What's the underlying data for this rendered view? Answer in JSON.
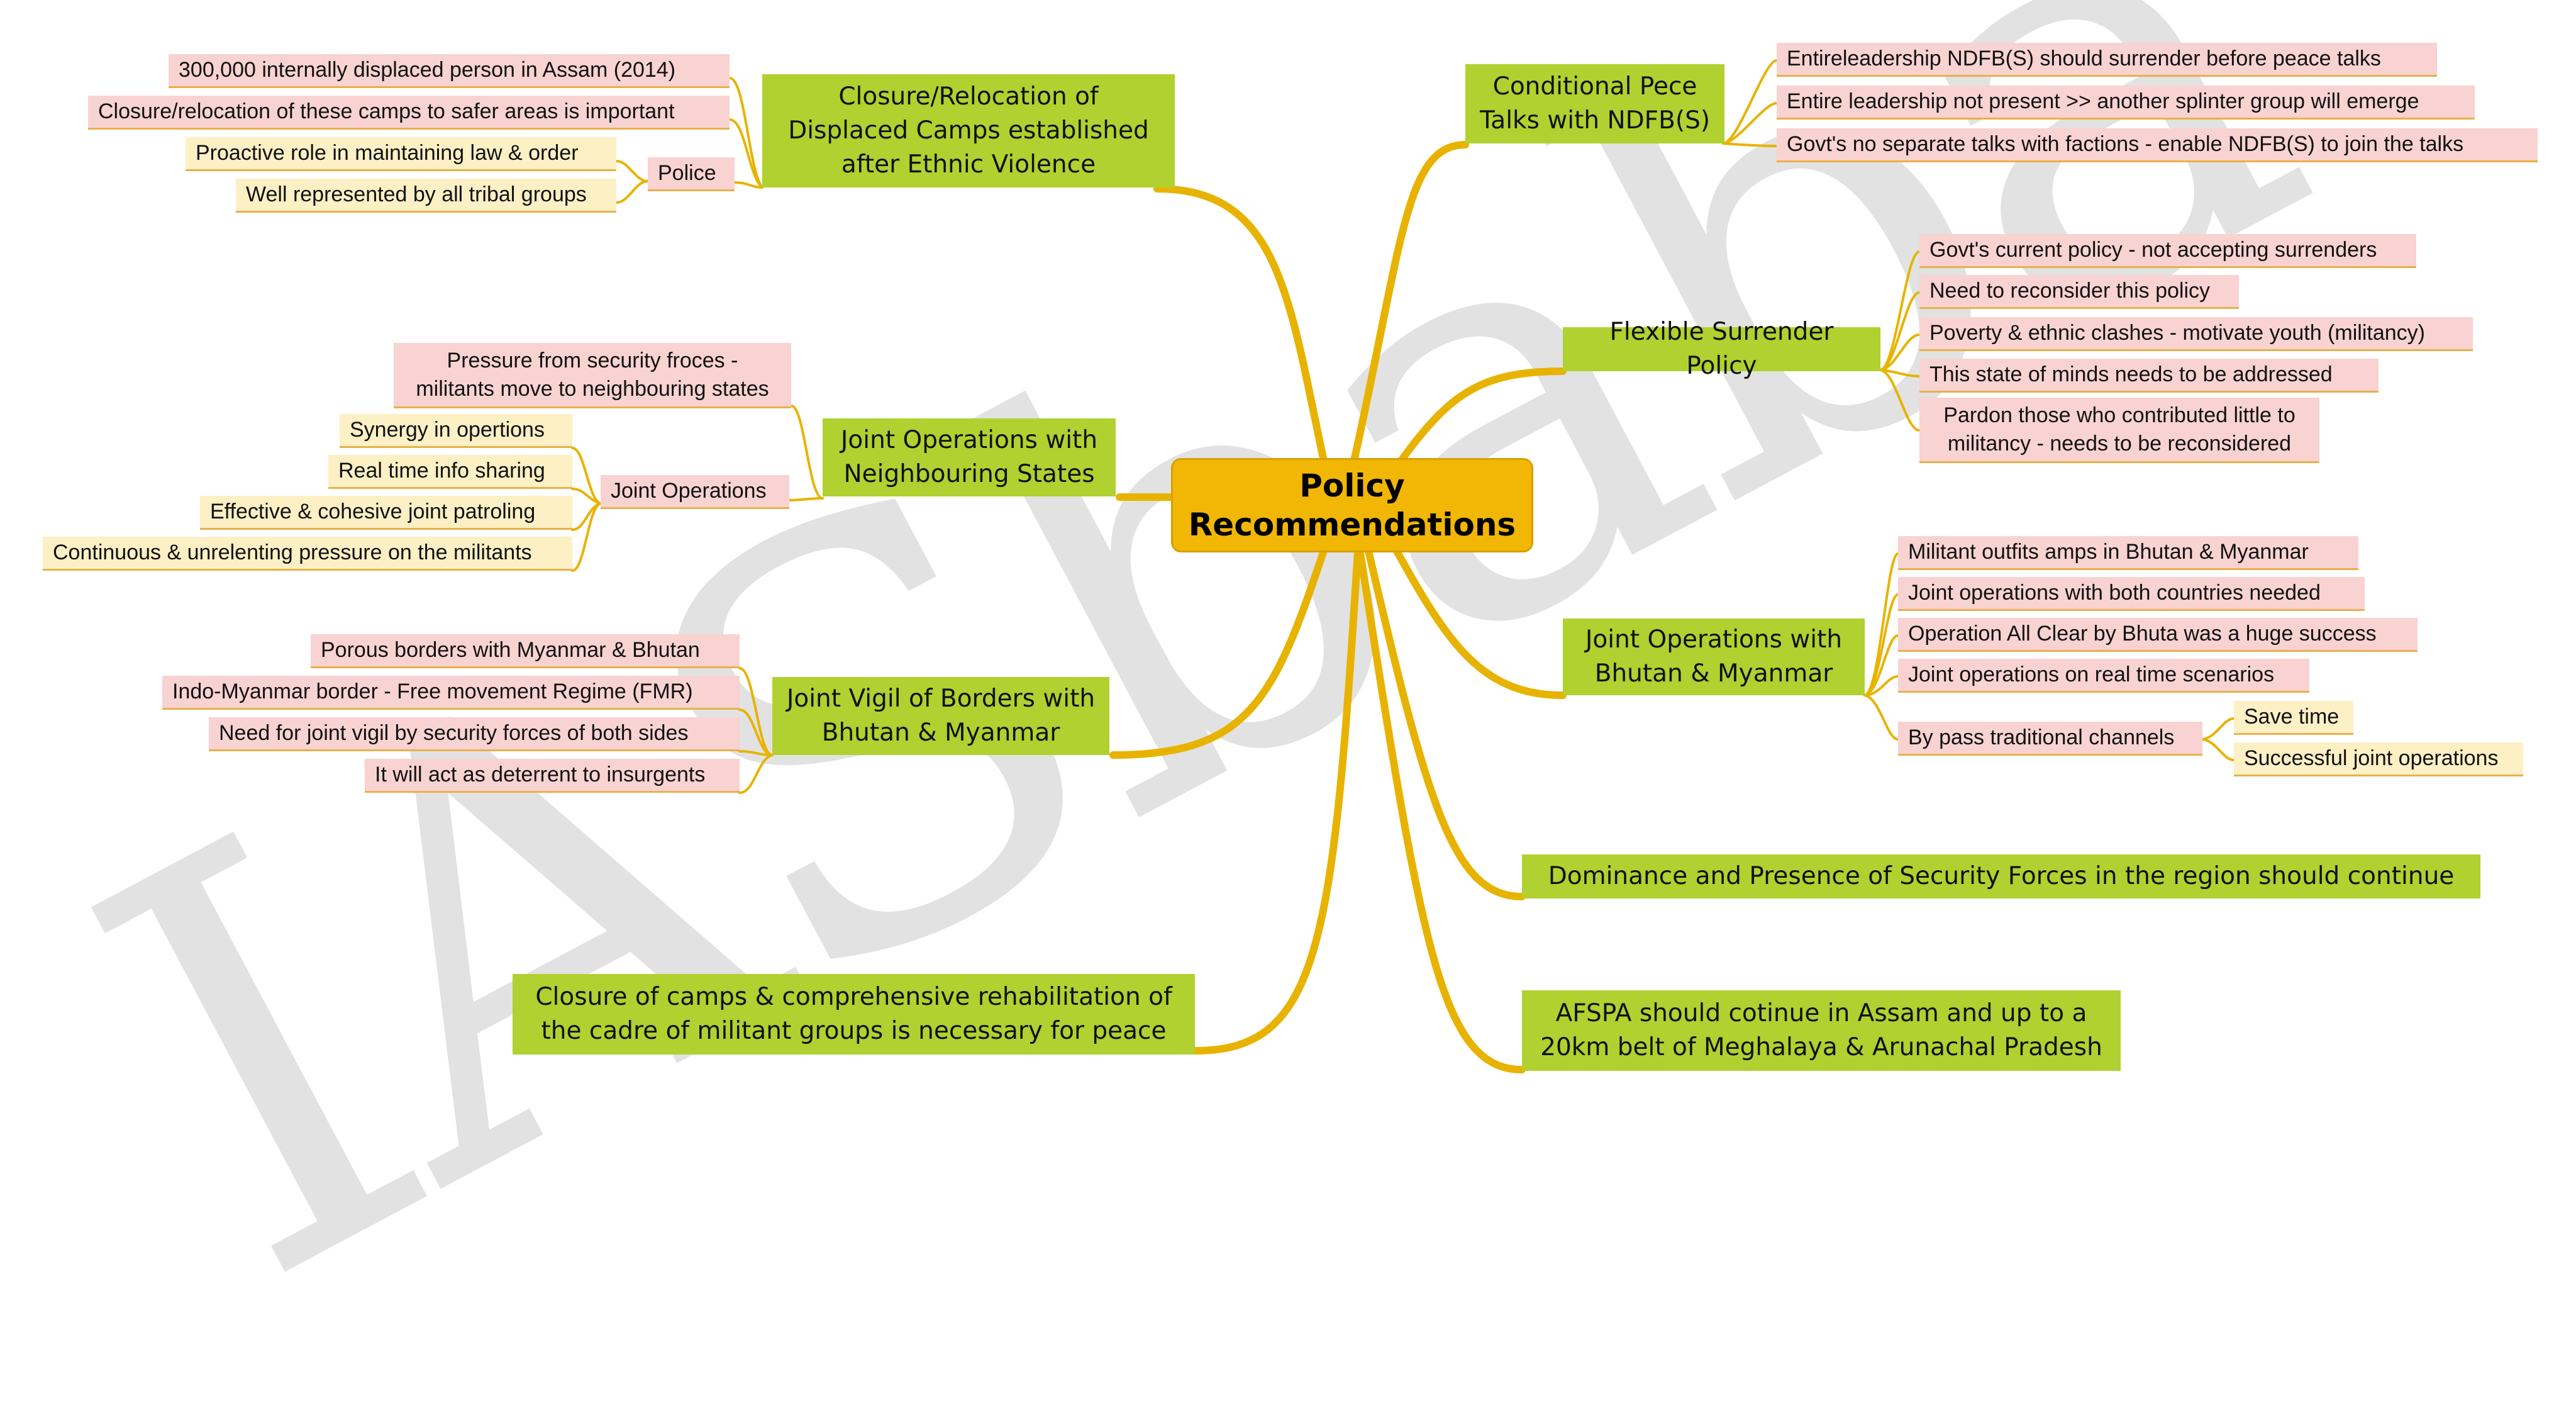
{
  "watermark": "IASbaba",
  "central": "Policy\nRecommendations",
  "topics": {
    "closure_relocation": "Closure/Relocation of\nDisplaced Camps established\nafter Ethnic Violence",
    "joint_ops_neighbouring": "Joint Operations with\nNeighbouring States",
    "joint_vigil": "Joint Vigil of Borders with\nBhutan & Myanmar",
    "closure_camps": "Closure of camps & comprehensive rehabilitation of\nthe cadre of militant groups is necessary for peace",
    "conditional_peace": "Conditional Pece\nTalks with NDFB(S)",
    "flexible_surrender": "Flexible Surrender Policy",
    "joint_ops_bhutan": "Joint Operations with\nBhutan & Myanmar",
    "dominance": "Dominance and Presence of Security Forces in the region should continue",
    "afspa": "AFSPA should cotinue in Assam and up to a\n20km belt of Meghalaya & Arunachal Pradesh"
  },
  "leaves": {
    "closure_1": "300,000 internally displaced person in Assam (2014)",
    "closure_2": "Closure/relocation of these camps to safer areas is important",
    "police": "Police",
    "police_1": "Proactive role in maintaining law & order",
    "police_2": "Well represented by all tribal groups",
    "neigh_1": "Pressure from security froces -\nmilitants move to neighbouring states",
    "joint_ops": "Joint Operations",
    "joint_1": "Synergy in opertions",
    "joint_2": "Real time info sharing",
    "joint_3": "Effective & cohesive joint patroling",
    "joint_4": "Continuous & unrelenting pressure on the militants",
    "vigil_1": "Porous borders with Myanmar & Bhutan",
    "vigil_2": "Indo-Myanmar border - Free movement Regime (FMR)",
    "vigil_3": "Need for joint vigil by security forces of both sides",
    "vigil_4": "It will act as deterrent to insurgents",
    "peace_1": "Entireleadership NDFB(S) should surrender before peace talks",
    "peace_2": "Entire leadership not present >> another splinter group will emerge",
    "peace_3": "Govt's no separate talks with factions - enable NDFB(S) to join the talks",
    "surr_1": "Govt's current policy - not accepting surrenders",
    "surr_2": "Need to reconsider this policy",
    "surr_3": "Poverty & ethnic clashes - motivate youth (militancy)",
    "surr_4": "This state of minds needs to be addressed",
    "surr_5": "Pardon those who contributed little to\nmilitancy - needs to be reconsidered",
    "bhutan_1": "Militant outfits amps in Bhutan & Myanmar",
    "bhutan_2": "Joint operations with both countries needed",
    "bhutan_3": "Operation All Clear by Bhuta was a huge success",
    "bhutan_4": "Joint operations on real time scenarios",
    "bypass": "By pass traditional channels",
    "bypass_1": "Save time",
    "bypass_2": "Successful joint operations"
  },
  "colors": {
    "central": "#f2b705",
    "topic": "#b0d12f",
    "leaf_pink": "#f8d3d1",
    "leaf_yellow": "#fcf0c4",
    "branch": "#e8b300",
    "watermark": "#e2e2e2"
  }
}
